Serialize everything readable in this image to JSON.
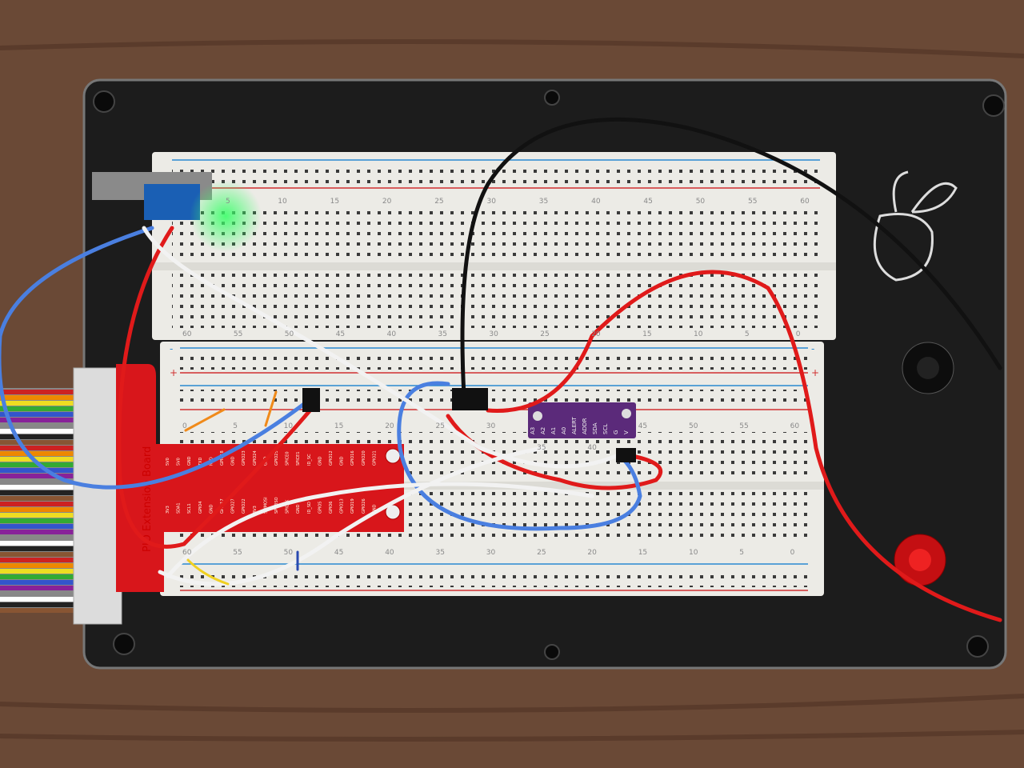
{
  "gpio_board": {
    "title": "PIO Extension Board",
    "top_pins": [
      "5V0",
      "5V0",
      "GND",
      "TXD",
      "RXD",
      "GPIO18",
      "GND",
      "GPIO23",
      "GPIO24",
      "GND",
      "GPIO25",
      "SPICE0",
      "SPICE1",
      "ID_SC",
      "GND",
      "GPIO12",
      "GND",
      "GPIO16",
      "GPIO20",
      "GPIO21"
    ],
    "bottom_pins": [
      "3V3",
      "SDA1",
      "SCL1",
      "GPIO4",
      "GND",
      "GPIO17",
      "GPIO27",
      "GPIO22",
      "3V3",
      "SPIMOSI",
      "SPIMISO",
      "SPICLK",
      "GND",
      "ID_SD",
      "GPIO5",
      "GPIO6",
      "GPIO13",
      "GPIO19",
      "GPIO26",
      "GND"
    ]
  },
  "adc_module": {
    "pins": [
      "A3",
      "A2",
      "A1",
      "A0",
      "ALERT",
      "ADDR",
      "SDA",
      "SCL",
      "G",
      "V"
    ],
    "color": "#5b2a7a"
  },
  "breadboard": {
    "upper_top_numbers": [
      "5",
      "10",
      "15",
      "20",
      "25",
      "30",
      "35",
      "40",
      "45",
      "50",
      "55",
      "60"
    ],
    "upper_bottom_numbers": [
      "60",
      "55",
      "50",
      "45",
      "40",
      "35",
      "30",
      "25",
      "20",
      "15",
      "10",
      "5",
      "0"
    ],
    "lower_top_numbers": [
      "0",
      "5",
      "10",
      "15",
      "20",
      "25",
      "30",
      "35",
      "40",
      "45",
      "50",
      "55",
      "60"
    ],
    "lower_bottom_numbers": [
      "60",
      "55",
      "50",
      "45",
      "40",
      "35",
      "30",
      "25",
      "20",
      "15",
      "10",
      "5",
      "0"
    ],
    "rail_plus": "+",
    "rail_minus": "-"
  },
  "colors": {
    "wood": "#6a4936",
    "plate": "#1c1c1c",
    "board": "#ecebe6",
    "red_wire": "#e01a1a",
    "blue_wire": "#4a7fe0",
    "black_wire": "#111111",
    "white_wire": "#f2f2f2",
    "led_green": "#3cff6a"
  }
}
